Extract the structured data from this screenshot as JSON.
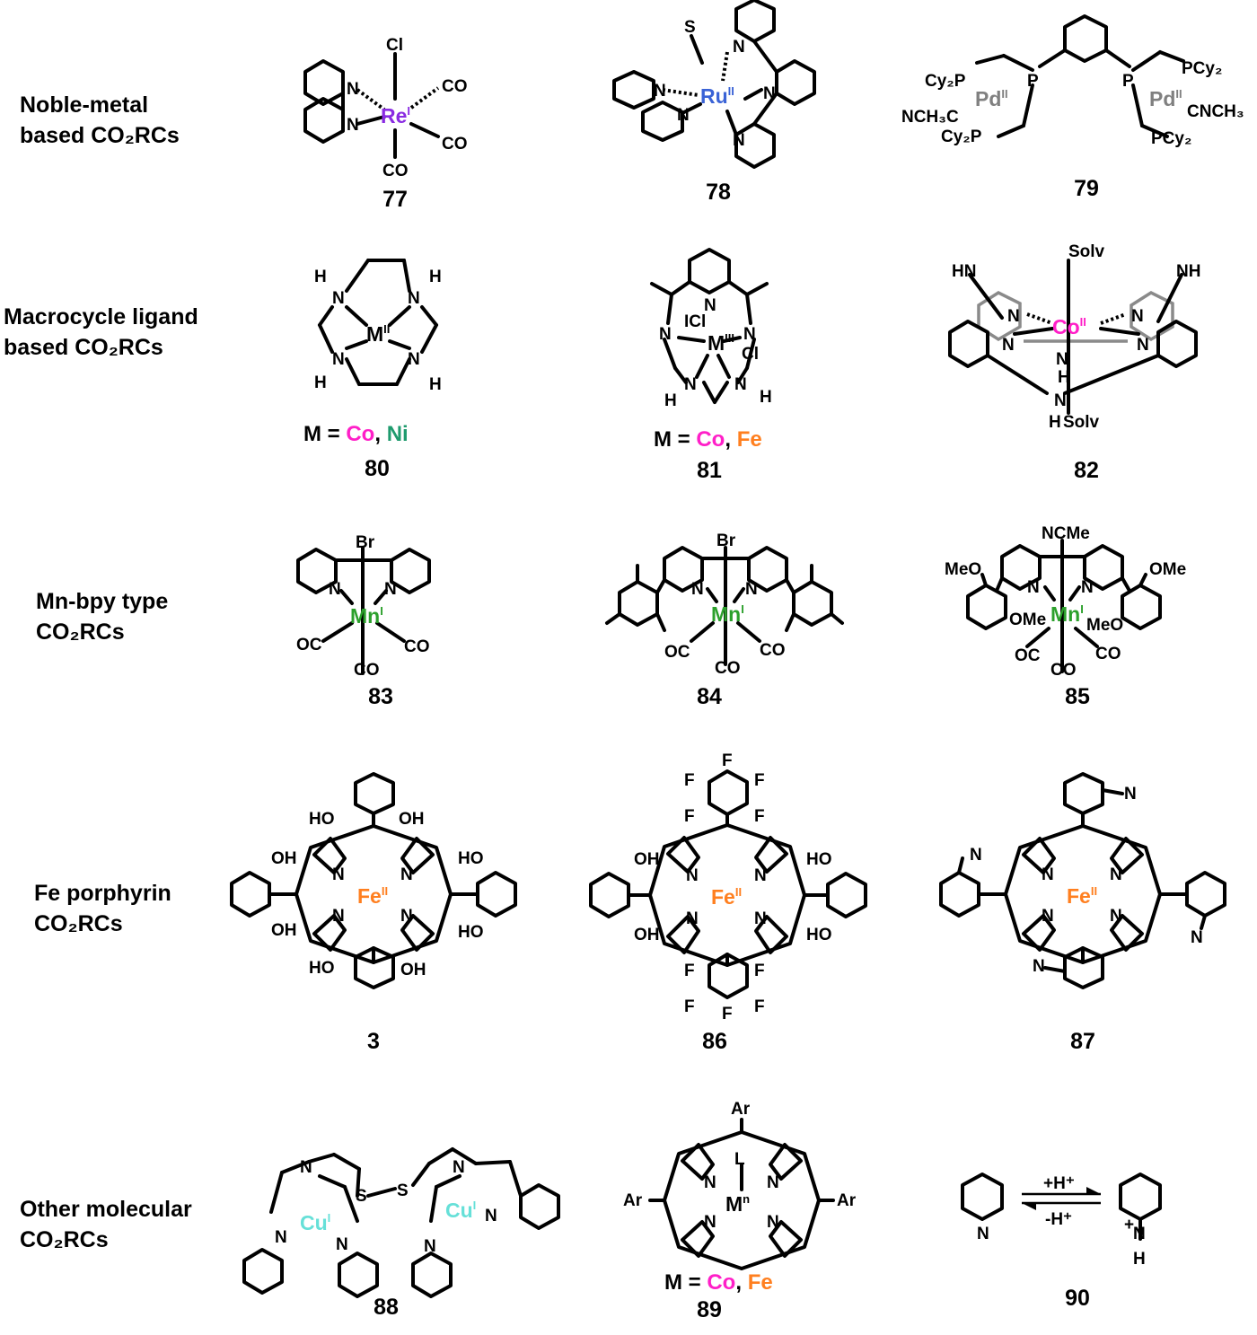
{
  "rows": [
    {
      "label_lines": [
        "Noble-metal",
        "based CO₂RCs"
      ]
    },
    {
      "label_lines": [
        "Macrocycle ligand",
        "based CO₂RCs"
      ]
    },
    {
      "label_lines": [
        "Mn-bpy type",
        "CO₂RCs"
      ]
    },
    {
      "label_lines": [
        "Fe porphyrin",
        "CO₂RCs"
      ]
    },
    {
      "label_lines": [
        "Other molecular",
        "CO₂RCs"
      ]
    }
  ],
  "compounds": {
    "c77": {
      "number": "77",
      "metal": "Re",
      "ox": "I",
      "metal_color": "#8a2be2",
      "ligands": [
        "Cl",
        "CO",
        "CO",
        "CO",
        "N",
        "N"
      ]
    },
    "c78": {
      "number": "78",
      "metal": "Ru",
      "ox": "II",
      "metal_color": "#3a63d6",
      "ligands": [
        "S",
        "N",
        "N",
        "N",
        "N",
        "N"
      ]
    },
    "c79": {
      "number": "79",
      "metal": "Pd",
      "ox": "II",
      "metal_color": "#808080",
      "ligands": [
        "Cy₂P",
        "P",
        "P",
        "PCy₂",
        "NCH₃C",
        "CNCH₃",
        "Cy₂P",
        "PCy₂"
      ]
    },
    "c80": {
      "number": "80",
      "metal": "M",
      "ox": "II",
      "metal_color": "#000000",
      "ligands": [
        "H",
        "N",
        "N",
        "H",
        "N",
        "N",
        "H",
        "H"
      ],
      "m_label": {
        "prefix": "M = ",
        "parts": [
          {
            "text": "Co",
            "color": "#ff1fc8"
          },
          {
            "text": ", ",
            "color": "#000000"
          },
          {
            "text": "Ni",
            "color": "#1f9b6e"
          }
        ]
      }
    },
    "c81": {
      "number": "81",
      "metal": "M",
      "ox": "III",
      "metal_color": "#000000",
      "ligands": [
        "N",
        "N",
        "N",
        "Cl",
        "Cl",
        "H",
        "N",
        "N",
        "H"
      ],
      "m_label": {
        "prefix": "M = ",
        "parts": [
          {
            "text": "Co",
            "color": "#ff1fc8"
          },
          {
            "text": ", ",
            "color": "#000000"
          },
          {
            "text": "Fe",
            "color": "#ff7f1f"
          }
        ]
      }
    },
    "c82": {
      "number": "82",
      "metal": "Co",
      "ox": "II",
      "metal_color": "#ff1fc8",
      "ligands": [
        "Solv",
        "HN",
        "NH",
        "N",
        "N",
        "N",
        "N",
        "N",
        "H",
        "Solv",
        "H"
      ]
    },
    "c83": {
      "number": "83",
      "metal": "Mn",
      "ox": "I",
      "metal_color": "#2ca02c",
      "ligands": [
        "Br",
        "N",
        "N",
        "OC",
        "CO",
        "CO"
      ]
    },
    "c84": {
      "number": "84",
      "metal": "Mn",
      "ox": "I",
      "metal_color": "#2ca02c",
      "ligands": [
        "Br",
        "N",
        "N",
        "OC",
        "CO",
        "CO"
      ]
    },
    "c85": {
      "number": "85",
      "metal": "Mn",
      "ox": "I",
      "metal_color": "#2ca02c",
      "ligands": [
        "NCMe",
        "MeO",
        "OMe",
        "N",
        "N",
        "OMe",
        "MeO",
        "OC",
        "CO",
        "CO"
      ]
    },
    "c3": {
      "number": "3",
      "metal": "Fe",
      "ox": "II",
      "metal_color": "#ff7f1f",
      "ligands": [
        "HO",
        "OH",
        "OH",
        "HO",
        "OH",
        "HO",
        "HO",
        "OH",
        "N",
        "N",
        "N",
        "N"
      ]
    },
    "c86": {
      "number": "86",
      "metal": "Fe",
      "ox": "II",
      "metal_color": "#ff7f1f",
      "ligands": [
        "F",
        "F",
        "F",
        "F",
        "F",
        "OH",
        "HO",
        "OH",
        "HO",
        "F",
        "F",
        "F",
        "F",
        "F",
        "N",
        "N",
        "N",
        "N"
      ]
    },
    "c87": {
      "number": "87",
      "metal": "Fe",
      "ox": "II",
      "metal_color": "#ff7f1f",
      "ligands": [
        "N",
        "N",
        "N",
        "N",
        "N",
        "N",
        "N",
        "N"
      ]
    },
    "c88": {
      "number": "88",
      "metal": "Cu",
      "ox": "I",
      "metal_color": "#66e0d8",
      "ligands": [
        "N",
        "S",
        "S",
        "N",
        "N",
        "N",
        "N",
        "N"
      ]
    },
    "c89": {
      "number": "89",
      "metal": "M",
      "ox": "n",
      "metal_color": "#000000",
      "ligands": [
        "Ar",
        "Ar",
        "Ar",
        "L",
        "N",
        "N",
        "N",
        "N"
      ],
      "m_label": {
        "prefix": "M = ",
        "parts": [
          {
            "text": "Co",
            "color": "#ff1fc8"
          },
          {
            "text": ", ",
            "color": "#000000"
          },
          {
            "text": "Fe",
            "color": "#ff7f1f"
          }
        ]
      }
    },
    "c90": {
      "number": "90",
      "ligands": [
        "N",
        "N",
        "H",
        "+"
      ],
      "forward": "+H⁺",
      "reverse": "-H⁺"
    }
  }
}
